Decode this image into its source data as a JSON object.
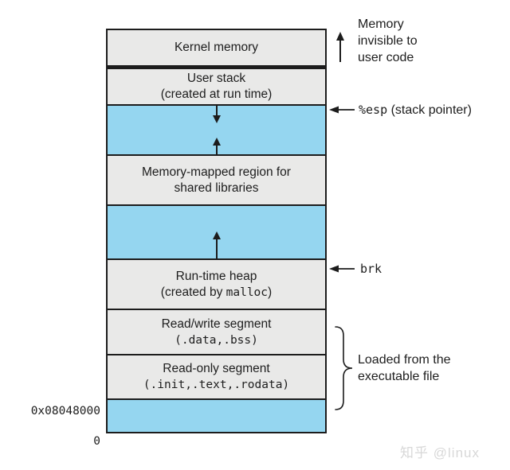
{
  "colors": {
    "blue": "#95d6f0",
    "gray": "#e9e9e8",
    "border": "#1c1c1c"
  },
  "boxes": {
    "kernel": {
      "label": "Kernel memory"
    },
    "user_stack": {
      "line1": "User stack",
      "line2": "(created at run time)"
    },
    "mmap": {
      "line1": "Memory-mapped region for",
      "line2": "shared libraries"
    },
    "heap": {
      "line1": "Run-time heap",
      "line2_pre": "(created by ",
      "line2_code": "malloc",
      "line2_post": ")"
    },
    "rw_segment": {
      "line1": "Read/write segment",
      "line2_code": "(.data,.bss)"
    },
    "ro_segment": {
      "line1": "Read-only segment",
      "line2_code": "(.init,.text,.rodata)"
    }
  },
  "annotations": {
    "kernel_note": {
      "line1": "Memory",
      "line2": "invisible to",
      "line3": "user code"
    },
    "esp": {
      "code": "%esp",
      "label": " (stack pointer)"
    },
    "brk": {
      "code": "brk"
    },
    "loaded": {
      "line1": "Loaded from the",
      "line2": "executable file"
    }
  },
  "addresses": {
    "code_start": "0x08048000",
    "zero": "0"
  },
  "watermark": "知乎 @linux"
}
